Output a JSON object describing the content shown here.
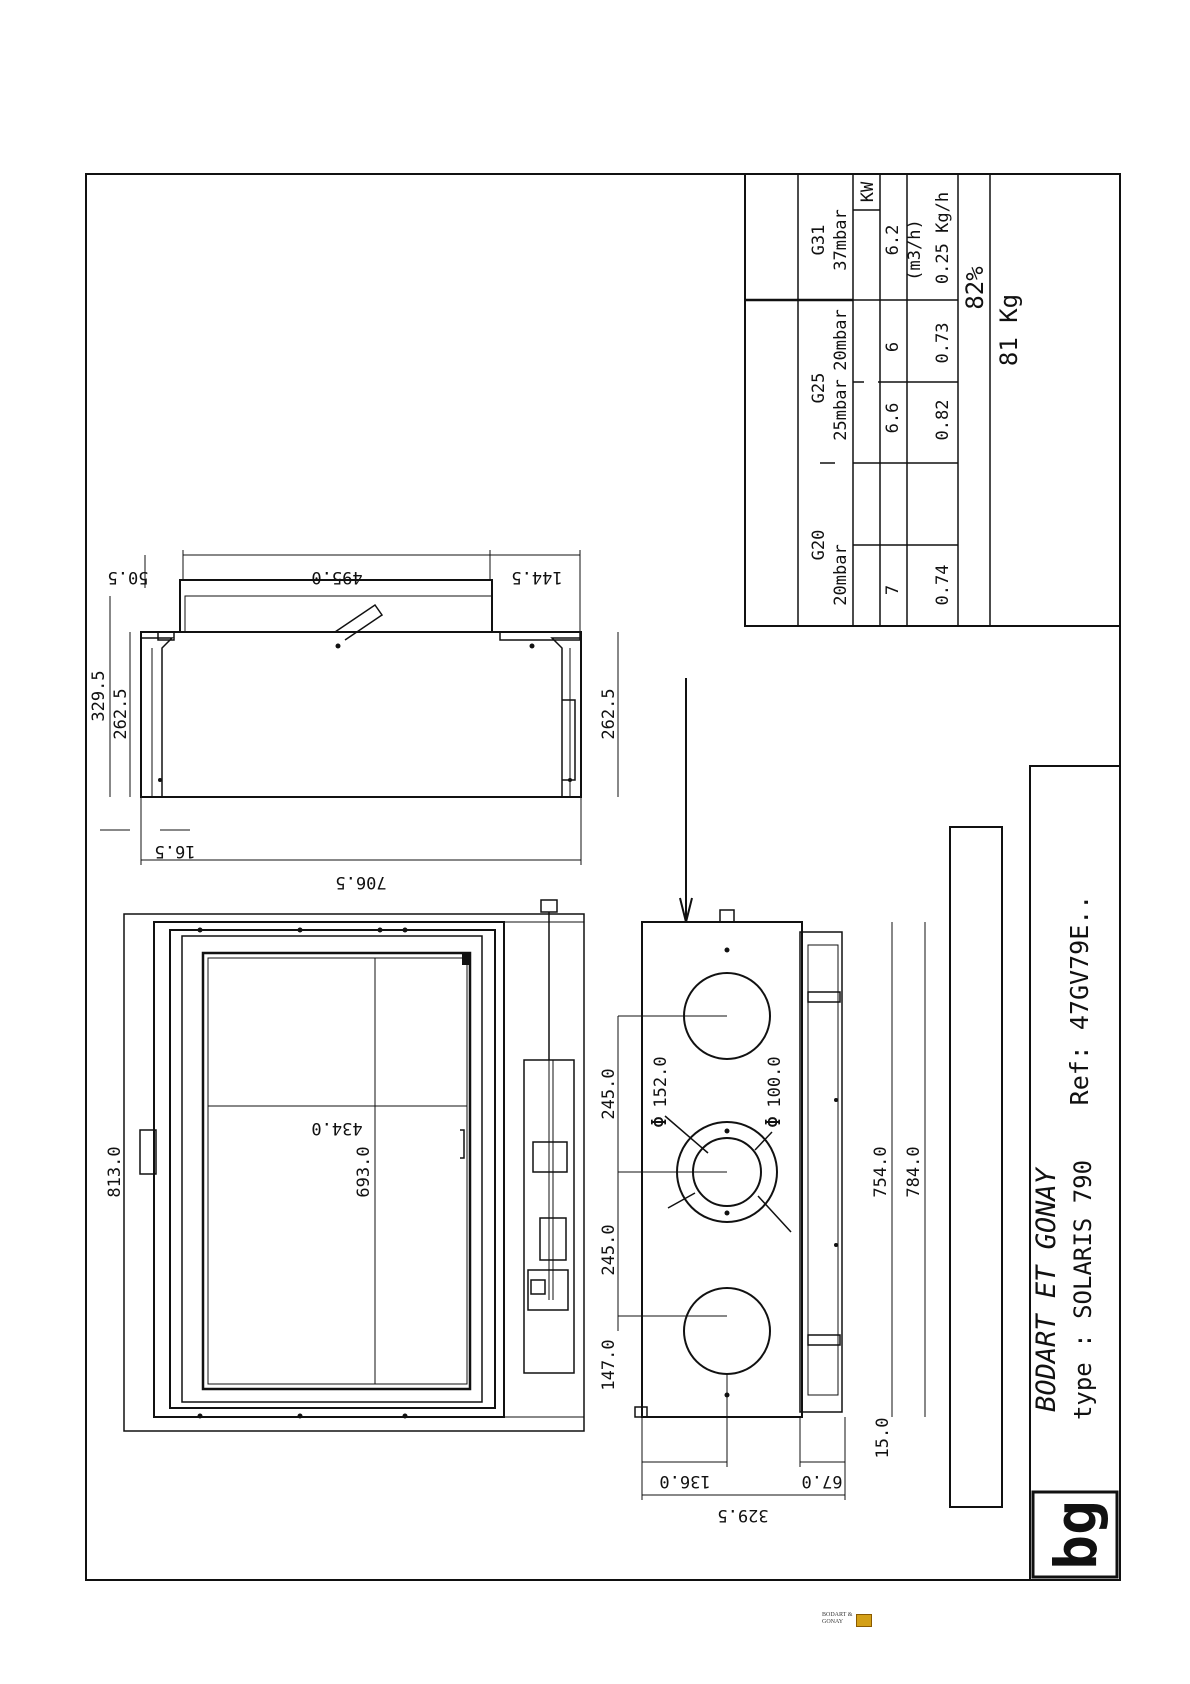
{
  "title_block": {
    "company": "BODART ET GONAY",
    "model": "type : SOLARIS 790",
    "reference": "Ref: 47GV79E..",
    "logo_text": "bg"
  },
  "spec_table": {
    "g20": {
      "gas": "G20",
      "pressure": "20mbar",
      "power": "7",
      "flow": "0.74"
    },
    "g25": {
      "gas": "G25",
      "pressure1": "25mbar",
      "pressure2": "20mbar",
      "power1": "6.6",
      "power2": "6",
      "flow1": "0.82",
      "flow2": "0.73"
    },
    "g31": {
      "gas": "G31",
      "pressure": "37mbar",
      "power": "6.2",
      "flow": "0.25 Kg/h"
    },
    "units": {
      "power": "KW",
      "flow": "(m3/h)"
    },
    "efficiency": "82%",
    "weight": "81 Kg"
  },
  "dimensions": {
    "top_view": {
      "d1": "50.5",
      "d2": "495.0",
      "d3": "144.5",
      "d4": "329.5",
      "d5": "262.5",
      "d6": "262.5",
      "d7": "16.5",
      "d8": "706.5"
    },
    "front_view": {
      "d1": "813.0",
      "d2": "693.0",
      "d3": "434.0"
    },
    "rear_view": {
      "d1": "245.0",
      "d2": "245.0",
      "d3": "147.0",
      "d4": "152.0",
      "d5": "100.0",
      "d6": "754.0",
      "d7": "784.0",
      "d8": "15.0",
      "d9": "136.0",
      "d10": "67.0",
      "d11": "329.5"
    }
  },
  "footer": {
    "logo_text": "BODART & GONAY"
  }
}
